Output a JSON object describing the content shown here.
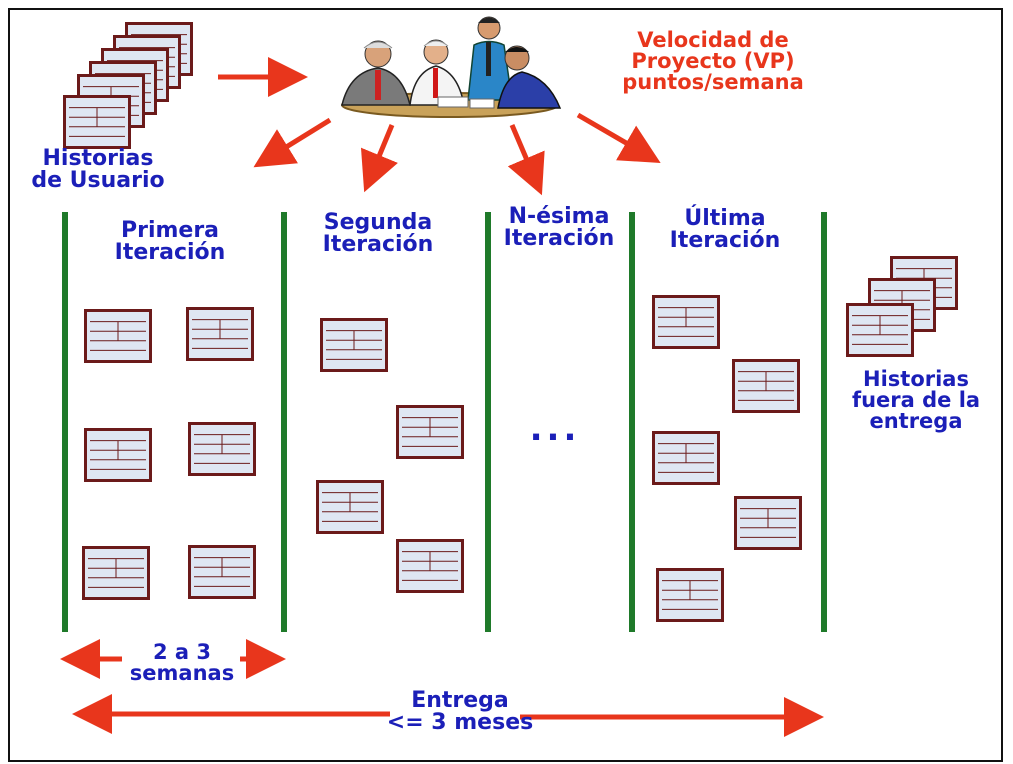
{
  "labels": {
    "user_stories": "Historias\nde Usuario",
    "project_velocity": "Velocidad de\nProyecto (VP)\npuntos/semana",
    "first_iteration": "Primera\nIteración",
    "second_iteration": "Segunda\nIteración",
    "nth_iteration": "N-ésima\nIteración",
    "last_iteration": "Última\nIteración",
    "out_of_release": "Historias\nfuera de la\nentrega",
    "ellipsis": "...",
    "duration_iteration": "2 a 3\nsemanas",
    "release": "Entrega\n<= 3 meses"
  },
  "colors": {
    "label_blue": "#1b1fb8",
    "arrow_red": "#e8361c",
    "divider_green": "#1f7a2a",
    "card_border": "#6b1a1a",
    "card_fill": "#dfe6f2"
  },
  "icons": {
    "team": "business-team-meeting-icon",
    "story_card": "story-card-icon"
  }
}
